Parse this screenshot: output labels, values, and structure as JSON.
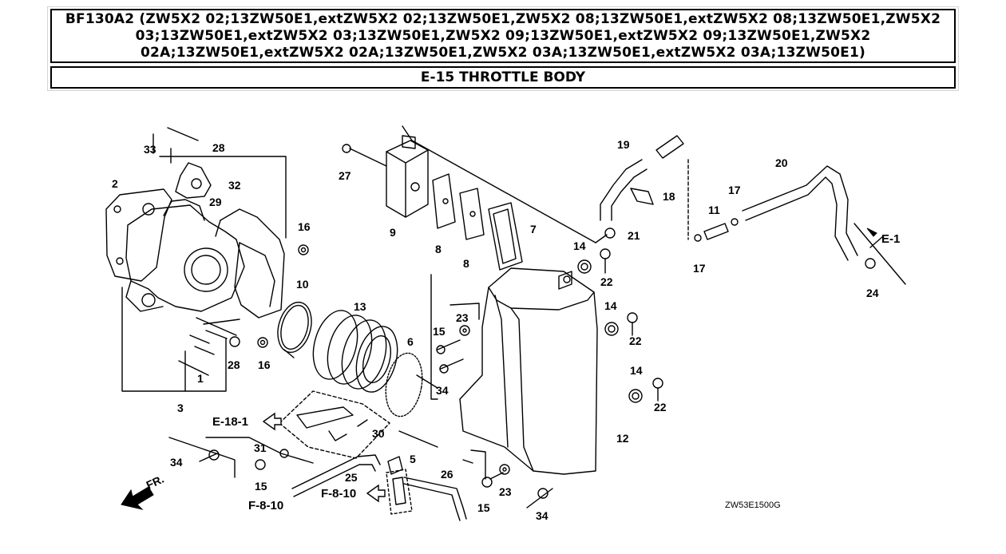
{
  "header": {
    "model_line": "BF130A2 (ZW5X2 02;13ZW50E1,extZW5X2 02;13ZW50E1,ZW5X2 08;13ZW50E1,extZW5X2 08;13ZW50E1,ZW5X2 03;13ZW50E1,extZW5X2 03;13ZW50E1,ZW5X2 09;13ZW50E1,extZW5X2 09;13ZW50E1,ZW5X2 02A;13ZW50E1,extZW5X2 02A;13ZW50E1,ZW5X2 03A;13ZW50E1,extZW5X2 03A;13ZW50E1)",
    "section_title": "E-15 THROTTLE BODY"
  },
  "diagram": {
    "part_labels": [
      "33",
      "28",
      "32",
      "2",
      "29",
      "16",
      "27",
      "9",
      "8",
      "8",
      "7",
      "19",
      "18",
      "20",
      "17",
      "11",
      "21",
      "E-1",
      "14",
      "22",
      "17",
      "24",
      "10",
      "13",
      "14",
      "22",
      "23",
      "15",
      "6",
      "34",
      "14",
      "22",
      "28",
      "16",
      "1",
      "3",
      "E-18-1",
      "30",
      "31",
      "5",
      "12",
      "34",
      "25",
      "26",
      "15",
      "23",
      "15",
      "F-8-10",
      "F-8-10",
      "34",
      "FR."
    ],
    "drawing_code": "ZW53E1500G"
  }
}
